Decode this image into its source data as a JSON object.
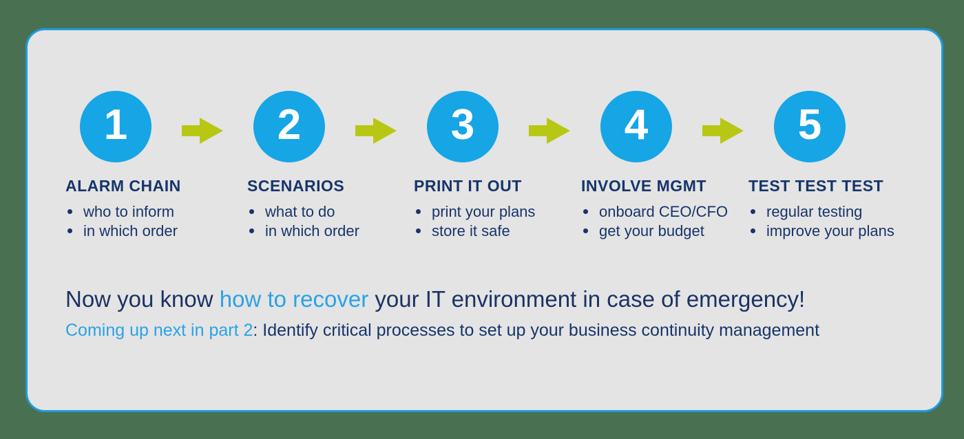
{
  "colors": {
    "background_green": "#4a7052",
    "card_background": "#e4e4e4",
    "card_border_blue": "#1c9ce0",
    "circle_blue": "#16a5e5",
    "arrow_green": "#b8c714",
    "navy_text": "#17356a",
    "accent_blue_text": "#29a3e6",
    "number_white": "#ffffff"
  },
  "steps": [
    {
      "number": "1",
      "title": "ALARM CHAIN",
      "bullets": [
        "who to inform",
        "in which order"
      ]
    },
    {
      "number": "2",
      "title": "SCENARIOS",
      "bullets": [
        "what to do",
        "in which order"
      ]
    },
    {
      "number": "3",
      "title": "PRINT IT OUT",
      "bullets": [
        "print your plans",
        "store it safe"
      ]
    },
    {
      "number": "4",
      "title": "INVOLVE MGMT",
      "bullets": [
        "onboard CEO/CFO",
        "get your budget"
      ]
    },
    {
      "number": "5",
      "title": "TEST TEST TEST",
      "bullets": [
        "regular testing",
        "improve your plans"
      ]
    }
  ],
  "headline": {
    "part1": "Now you know ",
    "highlight": "how to recover",
    "part2": " your IT environment in case of emergency!"
  },
  "subline": {
    "highlight": "Coming up next in part 2",
    "rest": ": Identify critical processes to set up your business continuity management"
  }
}
